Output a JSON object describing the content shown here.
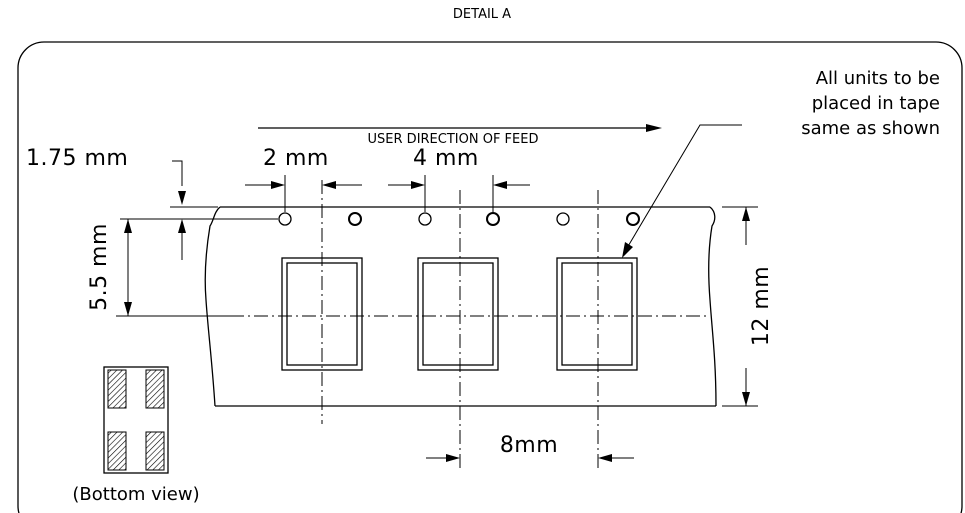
{
  "title": "DETAIL A",
  "feed_direction": "USER DIRECTION OF FEED",
  "note": {
    "line1": "All units to be",
    "line2": "placed in tape",
    "line3": "same as shown"
  },
  "dimensions": {
    "edge_offset": "1.75 mm",
    "hole_to_pocket": "2 mm",
    "hole_pitch": "4 mm",
    "pocket_offset": "5.5 mm",
    "tape_width": "12 mm",
    "pocket_pitch": "8mm"
  },
  "bottom_view_label": "(Bottom view)"
}
